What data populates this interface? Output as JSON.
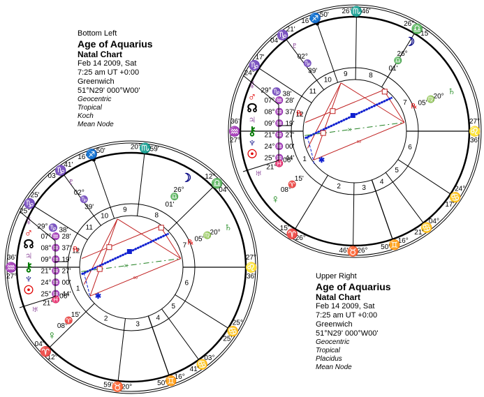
{
  "colors": {
    "line": "#000000",
    "fire": "#e00000",
    "earth": "#007a00",
    "air": "#7a2a8a",
    "water": "#000080",
    "aspect_red": "#c02020",
    "aspect_blue": "#1020d0",
    "aspect_green": "#208020"
  },
  "charts": [
    {
      "id": "bottom-left",
      "info": {
        "caption": "Bottom Left",
        "title": "Age of Aquarius",
        "subtitle": "Natal Chart",
        "date": "Feb 14 2009, Sat",
        "time": "7:25 am  UT +0:00",
        "place": "Greenwich",
        "coords": "51°N29' 000°W00'",
        "zodiac_type": "Geocentric",
        "zodiac": "Tropical",
        "house_system": "Koch",
        "node": "Mean Node"
      },
      "cusps": [
        {
          "house": 1,
          "deg": "27°",
          "sign": "♒",
          "min": "36'",
          "element": "air"
        },
        {
          "house": 2,
          "deg": "12°",
          "sign": "♈",
          "min": "04'",
          "element": "fire"
        },
        {
          "house": 3,
          "deg": "20°",
          "sign": "♉",
          "min": "59'",
          "element": "earth"
        },
        {
          "house": 4,
          "deg": "16°",
          "sign": "♊",
          "min": "50'",
          "element": "air"
        },
        {
          "house": 5,
          "deg": "03°",
          "sign": "♋",
          "min": "41'",
          "element": "water"
        },
        {
          "house": 6,
          "deg": "25°",
          "sign": "♋",
          "min": "25'",
          "element": "water"
        },
        {
          "house": 7,
          "deg": "27°",
          "sign": "♌",
          "min": "36'",
          "element": "fire"
        },
        {
          "house": 8,
          "deg": "12°",
          "sign": "♎",
          "min": "04'",
          "element": "air"
        },
        {
          "house": 9,
          "deg": "20°",
          "sign": "♏",
          "min": "59'",
          "element": "water"
        },
        {
          "house": 10,
          "deg": "16°",
          "sign": "♐",
          "min": "50'",
          "element": "fire"
        },
        {
          "house": 11,
          "deg": "03°",
          "sign": "♑",
          "min": "41'",
          "element": "earth"
        },
        {
          "house": 12,
          "deg": "25°",
          "sign": "♑",
          "min": "25'",
          "element": "earth"
        }
      ],
      "planets": [
        {
          "name": "Mercury",
          "glyph": "☿",
          "deg": "29°",
          "sign": "♑",
          "min": "38'",
          "retro": ""
        },
        {
          "name": "Mars",
          "glyph": "♂",
          "deg": "07°",
          "sign": "♒",
          "min": "28'",
          "retro": ""
        },
        {
          "name": "Node",
          "glyph": "☊",
          "deg": "08°",
          "sign": "♒",
          "min": "37'",
          "retro": "℞"
        },
        {
          "name": "Jupiter",
          "glyph": "♃",
          "deg": "09°",
          "sign": "♒",
          "min": "19'",
          "retro": ""
        },
        {
          "name": "Chiron",
          "glyph": "⚷",
          "deg": "21°",
          "sign": "♒",
          "min": "27'",
          "retro": ""
        },
        {
          "name": "Neptune",
          "glyph": "♆",
          "deg": "24°",
          "sign": "♒",
          "min": "00'",
          "retro": ""
        },
        {
          "name": "Sun",
          "glyph": "☉",
          "deg": "25°",
          "sign": "♒",
          "min": "44'",
          "retro": ""
        },
        {
          "name": "Uranus",
          "glyph": "♅",
          "deg": "21°",
          "sign": "♓",
          "min": "06'",
          "retro": ""
        },
        {
          "name": "Venus",
          "glyph": "♀",
          "deg": "08°",
          "sign": "♈",
          "min": "15'",
          "retro": ""
        },
        {
          "name": "Moon",
          "glyph": "☽",
          "deg": "26°",
          "sign": "♎",
          "min": "01'",
          "retro": ""
        },
        {
          "name": "Saturn",
          "glyph": "♄",
          "deg": "20°",
          "sign": "♍",
          "min": "05'",
          "retro": "℞"
        },
        {
          "name": "Pluto",
          "glyph": "♇",
          "deg": "02°",
          "sign": "♑",
          "min": "39'",
          "retro": ""
        }
      ]
    },
    {
      "id": "upper-right",
      "info": {
        "caption": "Upper Right",
        "title": "Age of Aquarius",
        "subtitle": "Natal Chart",
        "date": "Feb 14 2009, Sat",
        "time": "7:25 am  UT +0:00",
        "place": "Greenwich",
        "coords": "51°N29' 000°W00'",
        "zodiac_type": "Geocentric",
        "zodiac": "Tropical",
        "house_system": "Placidus",
        "node": "Mean Node"
      },
      "cusps": [
        {
          "house": 1,
          "deg": "27°",
          "sign": "♒",
          "min": "36'",
          "element": "air"
        },
        {
          "house": 2,
          "deg": "26°",
          "sign": "♈",
          "min": "15'",
          "element": "fire"
        },
        {
          "house": 3,
          "deg": "26°",
          "sign": "♉",
          "min": "46'",
          "element": "earth"
        },
        {
          "house": 4,
          "deg": "16°",
          "sign": "♊",
          "min": "50'",
          "element": "air"
        },
        {
          "house": 5,
          "deg": "04°",
          "sign": "♋",
          "min": "21'",
          "element": "water"
        },
        {
          "house": 6,
          "deg": "24°",
          "sign": "♋",
          "min": "17'",
          "element": "water"
        },
        {
          "house": 7,
          "deg": "27°",
          "sign": "♌",
          "min": "36'",
          "element": "fire"
        },
        {
          "house": 8,
          "deg": "26°",
          "sign": "♎",
          "min": "15'",
          "element": "air"
        },
        {
          "house": 9,
          "deg": "26°",
          "sign": "♏",
          "min": "46'",
          "element": "water"
        },
        {
          "house": 10,
          "deg": "16°",
          "sign": "♐",
          "min": "50'",
          "element": "fire"
        },
        {
          "house": 11,
          "deg": "04°",
          "sign": "♑",
          "min": "21'",
          "element": "earth"
        },
        {
          "house": 12,
          "deg": "24°",
          "sign": "♑",
          "min": "17'",
          "element": "earth"
        }
      ],
      "planets": [
        {
          "name": "Mercury",
          "glyph": "☿",
          "deg": "29°",
          "sign": "♑",
          "min": "38'",
          "retro": ""
        },
        {
          "name": "Mars",
          "glyph": "♂",
          "deg": "07°",
          "sign": "♒",
          "min": "28'",
          "retro": ""
        },
        {
          "name": "Node",
          "glyph": "☊",
          "deg": "08°",
          "sign": "♒",
          "min": "37'",
          "retro": "℞"
        },
        {
          "name": "Jupiter",
          "glyph": "♃",
          "deg": "09°",
          "sign": "♒",
          "min": "19'",
          "retro": ""
        },
        {
          "name": "Chiron",
          "glyph": "⚷",
          "deg": "21°",
          "sign": "♒",
          "min": "27'",
          "retro": ""
        },
        {
          "name": "Neptune",
          "glyph": "♆",
          "deg": "24°",
          "sign": "♒",
          "min": "00'",
          "retro": ""
        },
        {
          "name": "Sun",
          "glyph": "☉",
          "deg": "25°",
          "sign": "♒",
          "min": "44'",
          "retro": ""
        },
        {
          "name": "Uranus",
          "glyph": "♅",
          "deg": "21°",
          "sign": "♓",
          "min": "06'",
          "retro": ""
        },
        {
          "name": "Venus",
          "glyph": "♀",
          "deg": "08°",
          "sign": "♈",
          "min": "15'",
          "retro": ""
        },
        {
          "name": "Moon",
          "glyph": "☽",
          "deg": "26°",
          "sign": "♎",
          "min": "01'",
          "retro": ""
        },
        {
          "name": "Saturn",
          "glyph": "♄",
          "deg": "20°",
          "sign": "♍",
          "min": "05'",
          "retro": "℞"
        },
        {
          "name": "Pluto",
          "glyph": "♇",
          "deg": "02°",
          "sign": "♑",
          "min": "39'",
          "retro": ""
        }
      ]
    }
  ],
  "house_numbers": [
    "1",
    "2",
    "3",
    "4",
    "5",
    "6",
    "7",
    "8",
    "9",
    "10",
    "11",
    "12"
  ]
}
